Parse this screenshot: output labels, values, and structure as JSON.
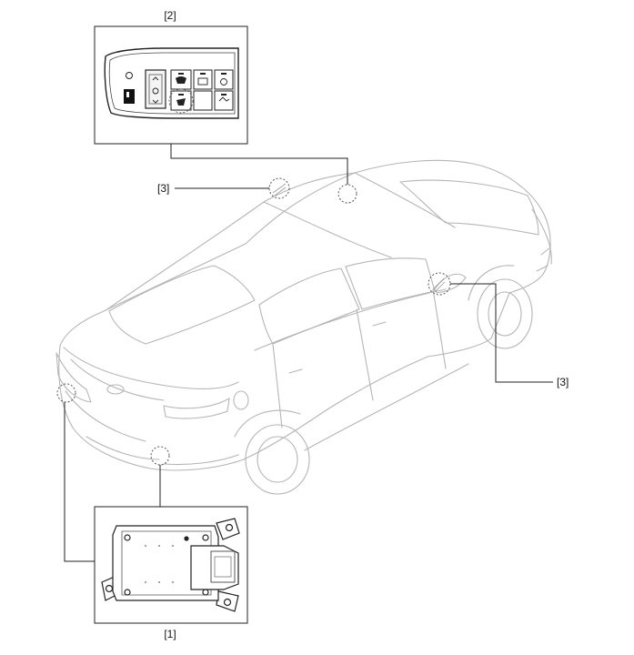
{
  "callouts": {
    "top_box_label": "[2]",
    "bottom_box_label": "[1]",
    "left_pointer_label": "[3]",
    "right_pointer_label": "[3]"
  },
  "components": {
    "switch_panel_icon": "switch-panel-icon",
    "control_module_icon": "control-module-icon",
    "vehicle_icon": "vehicle-outline-icon"
  },
  "colors": {
    "line": "#222222",
    "car_line": "#b8b8b8",
    "dotted": "#555555"
  }
}
